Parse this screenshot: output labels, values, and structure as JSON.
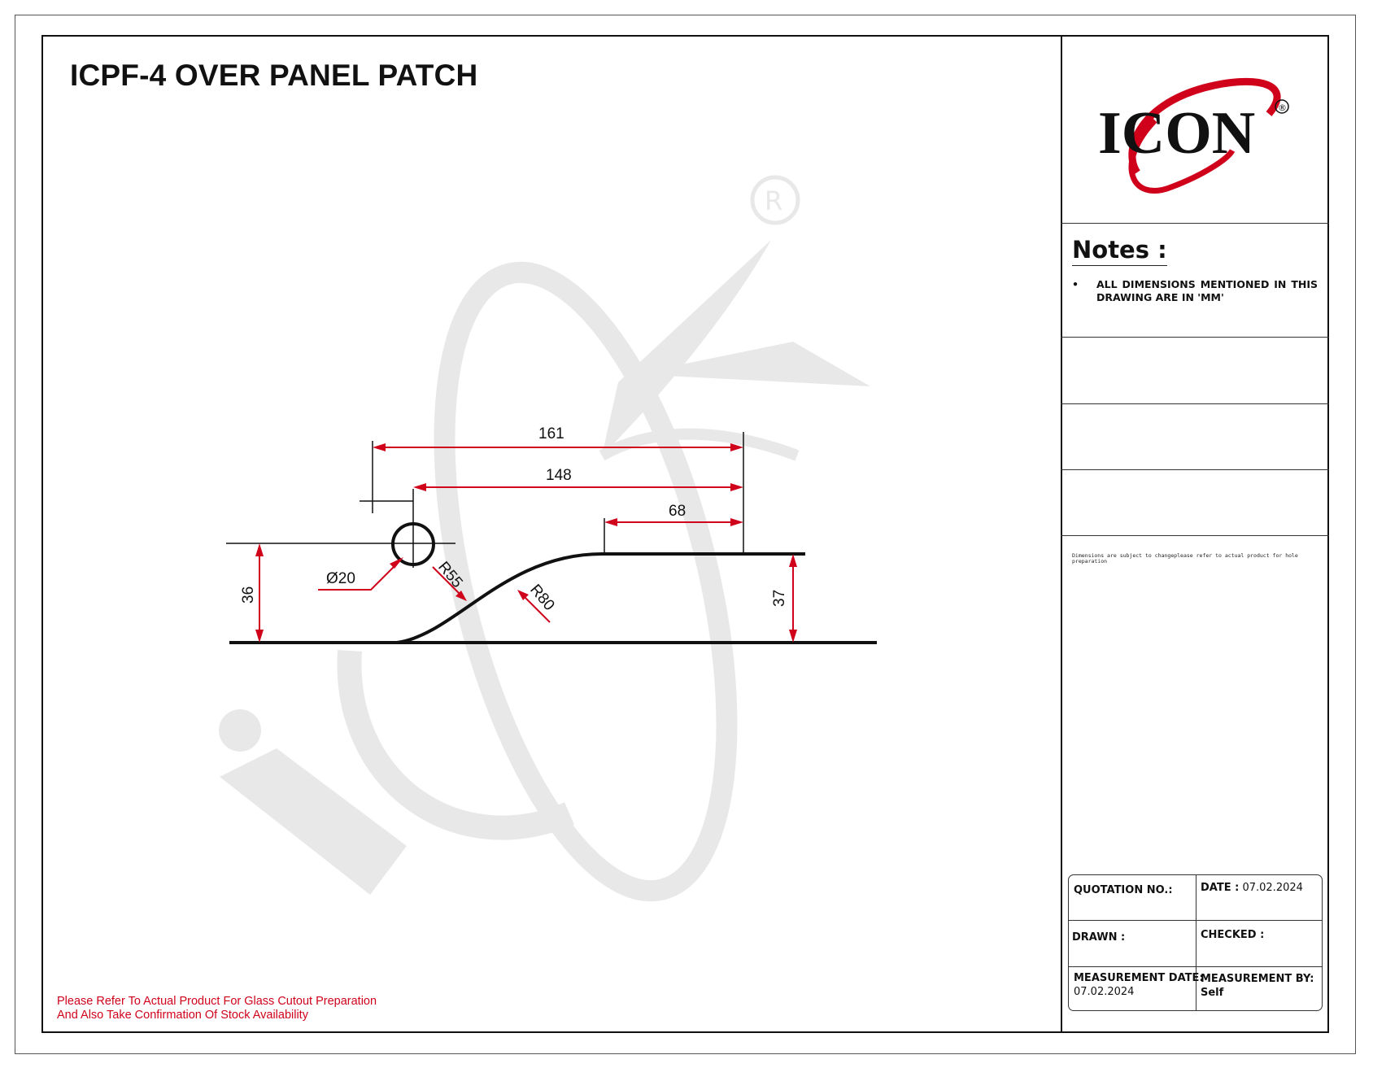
{
  "title": "ICPF-4 OVER PANEL PATCH",
  "logo": {
    "text": "ICON",
    "mark": "®",
    "accent": "#d0021b",
    "watermark_color": "#e8e8e8"
  },
  "notes": {
    "heading": "Notes :",
    "items": [
      "ALL DIMENSIONS MENTIONED IN THIS DRAWING ARE IN 'MM'"
    ],
    "disclaimer": "Dimensions are subject to changeplease refer to actual product for hole preparation"
  },
  "info": {
    "quotation_label": "QUOTATION NO.:",
    "quotation_value": "",
    "date_label": "DATE :",
    "date_value": "07.02.2024",
    "drawn_label": "DRAWN :",
    "drawn_value": "",
    "checked_label": "CHECKED :",
    "checked_value": "",
    "measurement_date_label": "MEASUREMENT DATE:",
    "measurement_date_value": "07.02.2024",
    "measurement_by_label": "MEASUREMENT BY:",
    "measurement_by_value": "Self"
  },
  "footer": {
    "line1": "Please Refer To Actual Product For Glass Cutout Preparation",
    "line2": "And Also Take Confirmation Of Stock Availability"
  },
  "dimensions": {
    "overall_length": "161",
    "hole_to_end": "148",
    "flat_length": "68",
    "hole_diameter": "Ø20",
    "left_height": "36",
    "right_height": "37",
    "radius_small": "R55",
    "radius_large": "R80"
  },
  "colors": {
    "dimension": "#d0021b",
    "outline": "#111111"
  }
}
